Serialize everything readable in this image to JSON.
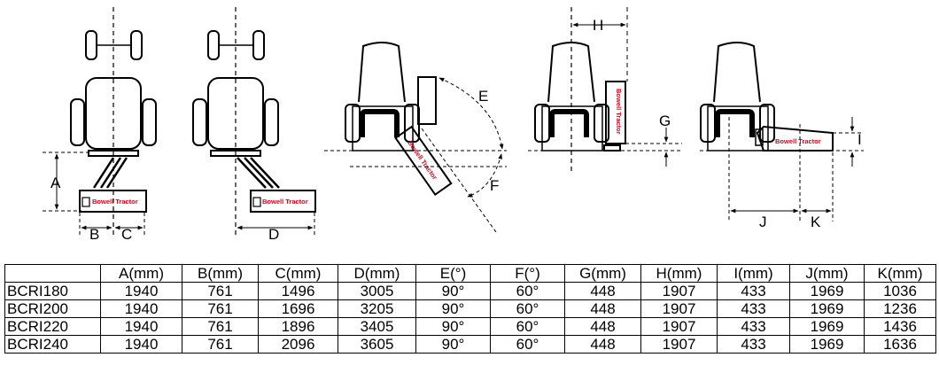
{
  "brand": "Bowell Tractor",
  "diagram_labels": {
    "a": "A",
    "b": "B",
    "c": "C",
    "d": "D",
    "e": "E",
    "f": "F",
    "g": "G",
    "h": "H",
    "i": "I",
    "j": "J",
    "k": "K"
  },
  "table": {
    "headers": [
      "",
      "A(mm)",
      "B(mm)",
      "C(mm)",
      "D(mm)",
      "E(°)",
      "F(°)",
      "G(mm)",
      "H(mm)",
      "I(mm)",
      "J(mm)",
      "K(mm)"
    ],
    "rows": [
      [
        "BCRI180",
        "1940",
        "761",
        "1496",
        "3005",
        "90°",
        "60°",
        "448",
        "1907",
        "433",
        "1969",
        "1036"
      ],
      [
        "BCRI200",
        "1940",
        "761",
        "1696",
        "3205",
        "90°",
        "60°",
        "448",
        "1907",
        "433",
        "1969",
        "1236"
      ],
      [
        "BCRI220",
        "1940",
        "761",
        "1896",
        "3405",
        "90°",
        "60°",
        "448",
        "1907",
        "433",
        "1969",
        "1436"
      ],
      [
        "BCRI240",
        "1940",
        "761",
        "2096",
        "3605",
        "90°",
        "60°",
        "448",
        "1907",
        "433",
        "1969",
        "1636"
      ]
    ]
  }
}
